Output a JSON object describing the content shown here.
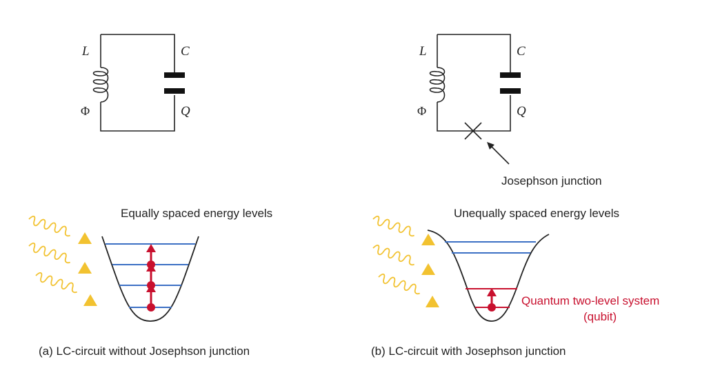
{
  "panel_a": {
    "circuit": {
      "inductor_label": "L",
      "capacitor_label": "C",
      "flux_label": "Φ",
      "charge_label": "Q"
    },
    "energy_title": "Equally spaced energy levels",
    "caption": "(a) LC-circuit without Josephson junction"
  },
  "panel_b": {
    "circuit": {
      "inductor_label": "L",
      "capacitor_label": "C",
      "flux_label": "Φ",
      "charge_label": "Q"
    },
    "junction_label": "Josephson junction",
    "energy_title": "Unequally spaced energy levels",
    "qubit_label_line1": "Quantum two-level system",
    "qubit_label_line2": "(qubit)",
    "caption": "(b) LC-circuit with Josephson junction"
  },
  "colors": {
    "wire": "#222222",
    "level_blue": "#3b6fc4",
    "level_red": "#c8102e",
    "photon_wave": "#f2c230",
    "photon_triangle": "#f2c230"
  }
}
